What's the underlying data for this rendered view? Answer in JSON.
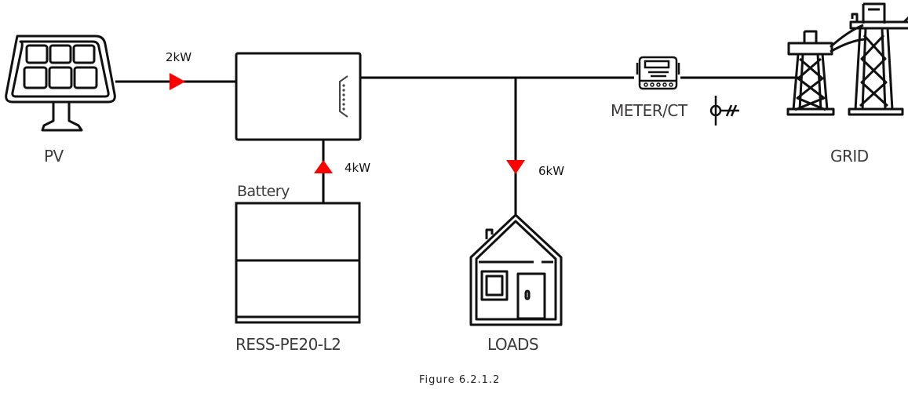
{
  "diagram": {
    "title": "PV / battery / grid power flow",
    "caption": "Figure 6.2.1.2",
    "colors": {
      "line": "#000000",
      "arrow": "#ff0000",
      "label": "#3c3a3a"
    },
    "nodes": {
      "pv": {
        "label": "PV",
        "icon": "solar-panel-icon"
      },
      "inverter": {
        "label": "",
        "icon": "inverter-icon"
      },
      "battery": {
        "label": "Battery",
        "model": "RESS-PE20-L2",
        "icon": "battery-stack-icon"
      },
      "loads": {
        "label": "LOADS",
        "icon": "house-icon"
      },
      "meter": {
        "label": "METER/CT",
        "icon": "energy-meter-icon",
        "ct_icon": "current-transformer-icon"
      },
      "grid": {
        "label": "GRID",
        "icon": "transmission-tower-icon"
      }
    },
    "flows": [
      {
        "id": "pv_to_inverter",
        "from": "PV",
        "to": "Inverter",
        "power": "2kW",
        "direction": "right"
      },
      {
        "id": "battery_to_inverter",
        "from": "Battery",
        "to": "Inverter",
        "power": "4kW",
        "direction": "up"
      },
      {
        "id": "bus_to_loads",
        "from": "AC bus",
        "to": "LOADS",
        "power": "6kW",
        "direction": "down"
      }
    ]
  }
}
